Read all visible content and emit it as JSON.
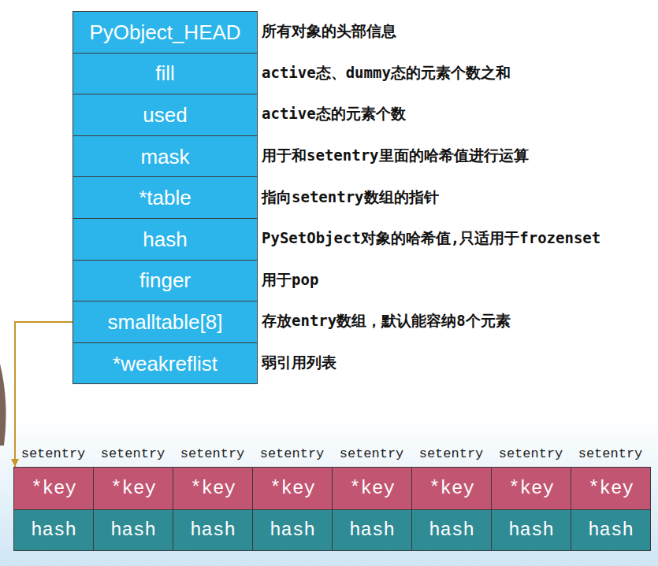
{
  "diagram": {
    "nodes": [
      {
        "text": [
          "PyObject_HEAD"
        ]
      },
      {
        "text": [
          "fill"
        ]
      },
      {
        "text": [
          "used"
        ]
      },
      {
        "text": [
          "mask"
        ]
      },
      {
        "text": [
          "*table"
        ]
      },
      {
        "text": [
          "hash"
        ]
      },
      {
        "text": [
          "finger"
        ]
      },
      {
        "text": [
          "smalltable[8]"
        ]
      },
      {
        "text": [
          "*weakreflist"
        ]
      },
      {
        "text": [
          "setentry"
        ]
      },
      {
        "text": [
          "*key"
        ],
        "in": 9
      },
      {
        "text": [
          "hash"
        ],
        "in": 9
      },
      {
        "text": [
          "setentry"
        ]
      },
      {
        "text": [
          "*key"
        ],
        "in": 12
      },
      {
        "text": [
          "hash"
        ],
        "in": 12
      },
      {
        "text": [
          "setentry"
        ]
      },
      {
        "text": [
          "*key"
        ],
        "in": 15
      },
      {
        "text": [
          "hash"
        ],
        "in": 15
      },
      {
        "text": [
          "setentry"
        ]
      },
      {
        "text": [
          "*key"
        ],
        "in": 18
      },
      {
        "text": [
          "hash"
        ],
        "in": 18
      },
      {
        "text": [
          "setentry"
        ]
      },
      {
        "text": [
          "*key"
        ],
        "in": 21
      },
      {
        "text": [
          "hash"
        ],
        "in": 21
      },
      {
        "text": [
          "setentry"
        ]
      },
      {
        "text": [
          "*key"
        ],
        "in": 24
      },
      {
        "text": [
          "hash"
        ],
        "in": 24
      },
      {
        "text": [
          "setentry"
        ]
      },
      {
        "text": [
          "*key"
        ],
        "in": 27
      },
      {
        "text": [
          "hash"
        ],
        "in": 27
      },
      {
        "text": [
          "setentry"
        ]
      },
      {
        "text": [
          "*key"
        ],
        "in": 30
      },
      {
        "text": [
          "hash"
        ],
        "in": 30
      }
    ],
    "edges": [
      {
        "from": 7,
        "to": 10,
        "arrow": "to"
      }
    ],
    "labels": [
      "所有对象的头部信息",
      "active态、dummy态的元素个数之和",
      "active态的元素个数",
      "用于和setentry里面的哈希值进行运算",
      "指向setentry数组的指针",
      "PySetObject对象的哈希值,只适用于frozenset",
      "用于pop",
      "存放entry数组，默认能容纳8个元素",
      "弱引用列表"
    ]
  }
}
